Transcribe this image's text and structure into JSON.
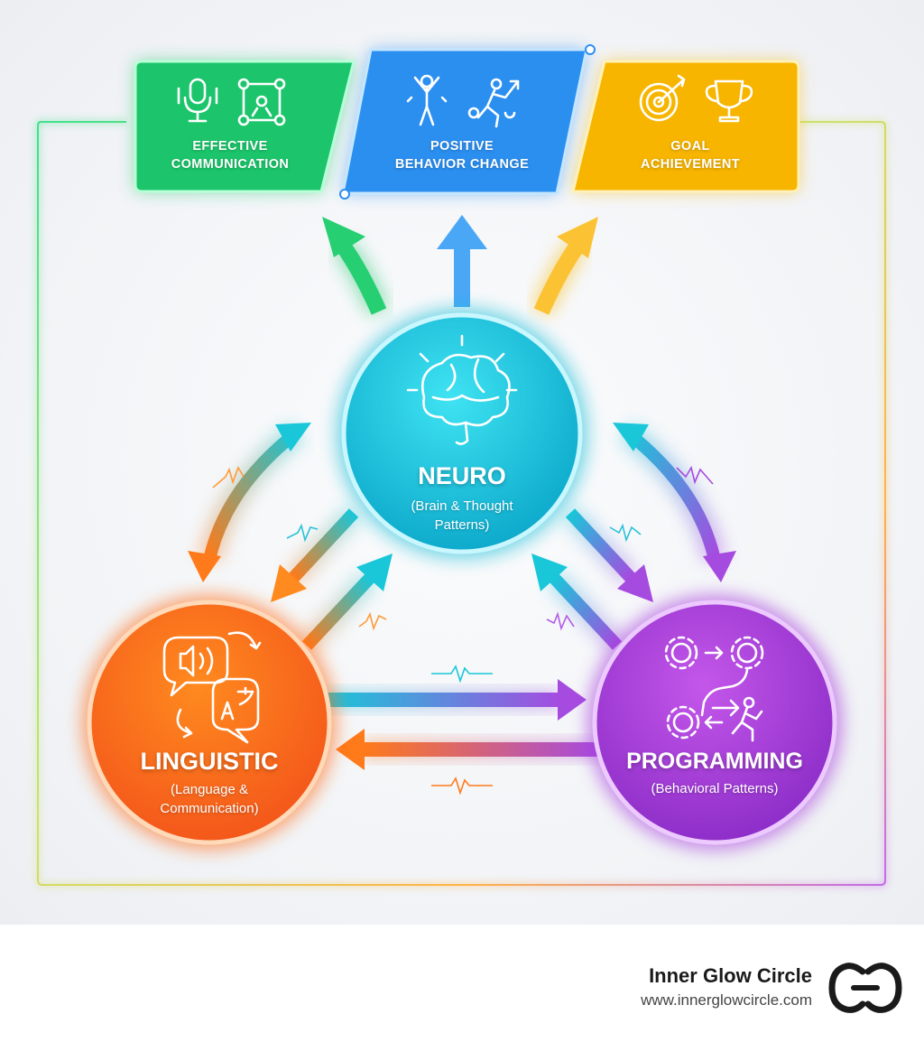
{
  "outcomes": [
    {
      "line1": "EFFECTIVE",
      "line2": "COMMUNICATION",
      "color": "#1cc56b",
      "icons": [
        "microphone-icon",
        "network-people-icon"
      ]
    },
    {
      "line1": "POSITIVE",
      "line2": "BEHAVIOR CHANGE",
      "color": "#2b8ff0",
      "icons": [
        "person-cheering-icon",
        "person-breaking-chain-icon"
      ]
    },
    {
      "line1": "GOAL",
      "line2": "ACHIEVEMENT",
      "color": "#f7b500",
      "icons": [
        "target-icon",
        "trophy-icon"
      ]
    }
  ],
  "nodes": {
    "neuro": {
      "title": "NEURO",
      "sub1": "(Brain & Thought",
      "sub2": "Patterns)",
      "color": "#14bcd6",
      "icon": "brain-icon"
    },
    "linguistic": {
      "title": "LINGUISTIC",
      "sub1": "(Language &",
      "sub2": "Communication)",
      "color": "#ff6a13",
      "icon": "speech-translate-icon"
    },
    "programming": {
      "title": "PROGRAMMING",
      "sub1": "(Behavioral Patterns)",
      "color": "#a43ad9",
      "icon": "gears-process-icon"
    }
  },
  "brand": {
    "name": "Inner Glow Circle",
    "url": "www.innerglowcircle.com",
    "logo_icon": "inner-glow-circle-logo-icon"
  }
}
